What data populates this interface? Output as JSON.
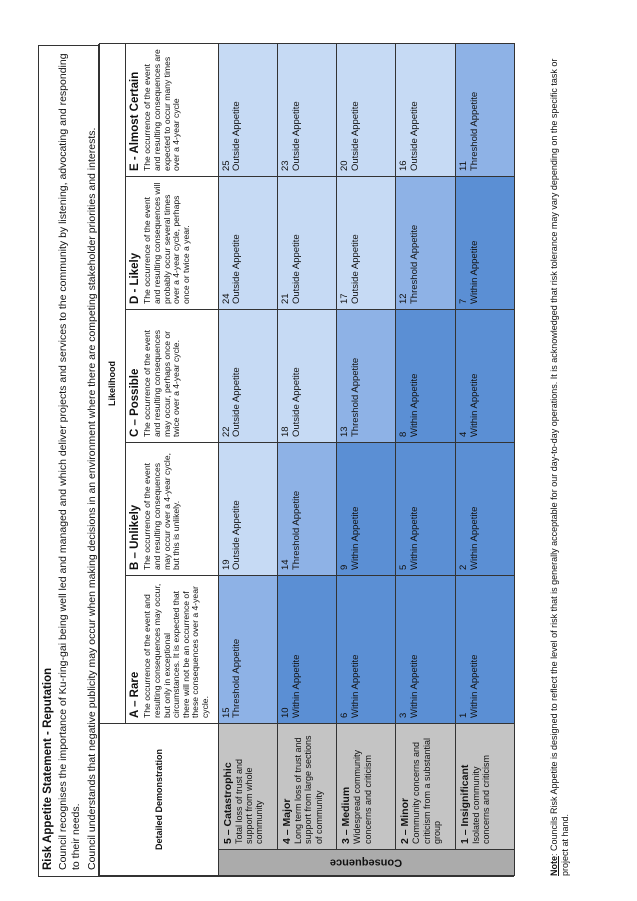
{
  "doc": {
    "title": "Risk Appetite Statement - Reputation",
    "para1": "Council recognises the importance of Ku-ring-gai being well led and managed and which deliver projects and services to the community by listening, advocating and responding to their needs.",
    "para2": "Council understands that negative publicity may occur when making decisions in an environment where there are competing stakeholder priorities and interests."
  },
  "matrix": {
    "detailed_label": "Detailed Demonstration",
    "likelihood_label": "Likelihood",
    "consequence_label": "Consequence",
    "likelihood": [
      {
        "title": "A – Rare",
        "desc": "The occurrence of the event and resulting consequences may occur, but only in exceptional circumstances. It is expected that there will not be an occurrence of these consequences over a 4-year cycle."
      },
      {
        "title": "B – Unlikely",
        "desc": "The occurrence of the event and resulting consequences may occur over a 4-year cycle, but this is unlikely."
      },
      {
        "title": "C – Possible",
        "desc": "The occurrence of the event and resulting consequences may occur, perhaps once or twice over a 4-year cycle."
      },
      {
        "title": "D - Likely",
        "desc": "The occurrence of the event and resulting consequences will probably occur several times over a 4-year cycle, perhaps once or twice a year."
      },
      {
        "title": "E - Almost Certain",
        "desc": "The occurrence of the event and resulting consequences are expected to occur many times over a 4-year cycle"
      }
    ],
    "rows": [
      {
        "title": "5 – Catastrophic",
        "desc": "Total loss of trust and support from whole community",
        "cells": [
          {
            "num": "15",
            "label": "Threshold Appetite",
            "level": "threshold"
          },
          {
            "num": "19",
            "label": "Outside Appetite",
            "level": "outside"
          },
          {
            "num": "22",
            "label": "Outside Appetite",
            "level": "outside"
          },
          {
            "num": "24",
            "label": "Outside Appetite",
            "level": "outside"
          },
          {
            "num": "25",
            "label": "Outside Appetite",
            "level": "outside"
          }
        ]
      },
      {
        "title": "4 – Major",
        "desc": "Long term loss of trust and support from large sections of community",
        "cells": [
          {
            "num": "10",
            "label": "Within Appetite",
            "level": "within"
          },
          {
            "num": "14",
            "label": "Threshold Appetite",
            "level": "threshold"
          },
          {
            "num": "18",
            "label": "Outside Appetite",
            "level": "outside"
          },
          {
            "num": "21",
            "label": "Outside Appetite",
            "level": "outside"
          },
          {
            "num": "23",
            "label": "Outside Appetite",
            "level": "outside"
          }
        ]
      },
      {
        "title": "3 – Medium",
        "desc": "Widespread community concerns and criticism",
        "cells": [
          {
            "num": "6",
            "label": "Within Appetite",
            "level": "within"
          },
          {
            "num": "9",
            "label": "Within Appetite",
            "level": "within"
          },
          {
            "num": "13",
            "label": "Threshold Appetite",
            "level": "threshold"
          },
          {
            "num": "17",
            "label": "Outside Appetite",
            "level": "outside"
          },
          {
            "num": "20",
            "label": "Outside Appetite",
            "level": "outside"
          }
        ]
      },
      {
        "title": "2 – Minor",
        "desc": "Community concerns and criticism from a substantial group",
        "cells": [
          {
            "num": "3",
            "label": "Within Appetite",
            "level": "within"
          },
          {
            "num": "5",
            "label": "Within Appetite",
            "level": "within"
          },
          {
            "num": "8",
            "label": "Within Appetite",
            "level": "within"
          },
          {
            "num": "12",
            "label": "Threshold Appetite",
            "level": "threshold"
          },
          {
            "num": "16",
            "label": "Outside Appetite",
            "level": "outside"
          }
        ]
      },
      {
        "title": "1 – Insignificant",
        "desc": "Isolated community concerns and criticism",
        "cells": [
          {
            "num": "1",
            "label": "Within Appetite",
            "level": "within"
          },
          {
            "num": "2",
            "label": "Within Appetite",
            "level": "within"
          },
          {
            "num": "4",
            "label": "Within Appetite",
            "level": "within"
          },
          {
            "num": "7",
            "label": "Within Appetite",
            "level": "within"
          },
          {
            "num": "11",
            "label": "Threshold Appetite",
            "level": "threshold"
          }
        ]
      }
    ],
    "colors": {
      "within": "#5b8fd4",
      "threshold": "#8eb2e6",
      "outside": "#c6daf4",
      "consequence_label_bg": "#ababab",
      "consequence_desc_bg": "#c4c4c4"
    }
  },
  "note": {
    "label": "Note",
    "text": ": Councils Risk Appetite is designed to reflect the level of risk that is generally acceptable for our day-to-day operations. It is acknowledged that risk tolerance may vary depending on the specific task or project at hand."
  }
}
